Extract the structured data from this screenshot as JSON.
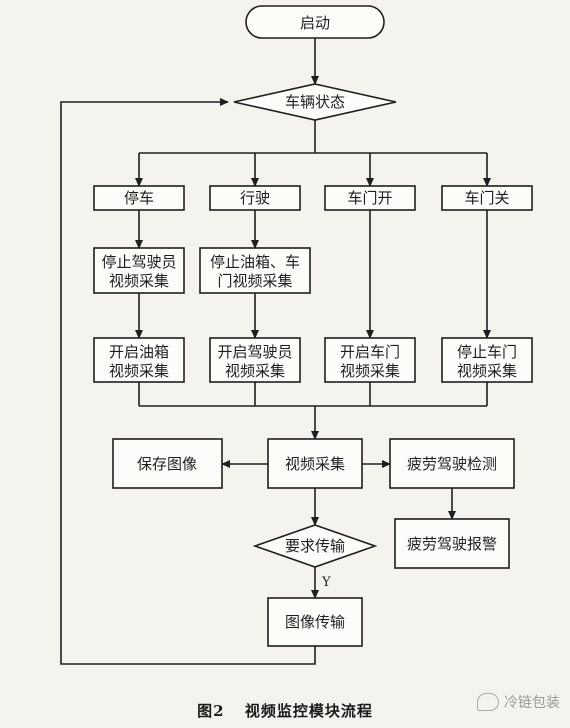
{
  "diagram": {
    "nodes": {
      "start": "启动",
      "vehicle_state": "车辆状态",
      "parked": "停车",
      "driving": "行驶",
      "door_open": "车门开",
      "door_close": "车门关",
      "stop_driver_video": [
        "停止驾驶员",
        "视频采集"
      ],
      "stop_tank_door_video": [
        "停止油箱、车",
        "门视频采集"
      ],
      "start_tank_video": [
        "开启油箱",
        "视频采集"
      ],
      "start_driver_video": [
        "开启驾驶员",
        "视频采集"
      ],
      "start_door_video": [
        "开启车门",
        "视频采集"
      ],
      "stop_door_video": [
        "停止车门",
        "视频采集"
      ],
      "video_capture": "视频采集",
      "save_image": "保存图像",
      "fatigue_detect": "疲劳驾驶检测",
      "transfer_required": "要求传输",
      "fatigue_alarm": "疲劳驾驶报警",
      "image_transfer": "图像传输"
    },
    "edge_labels": {
      "yes": "Y"
    }
  },
  "caption": {
    "figure": "图2",
    "title": "视频监控模块流程"
  },
  "watermark": {
    "text": "冷链包装"
  }
}
